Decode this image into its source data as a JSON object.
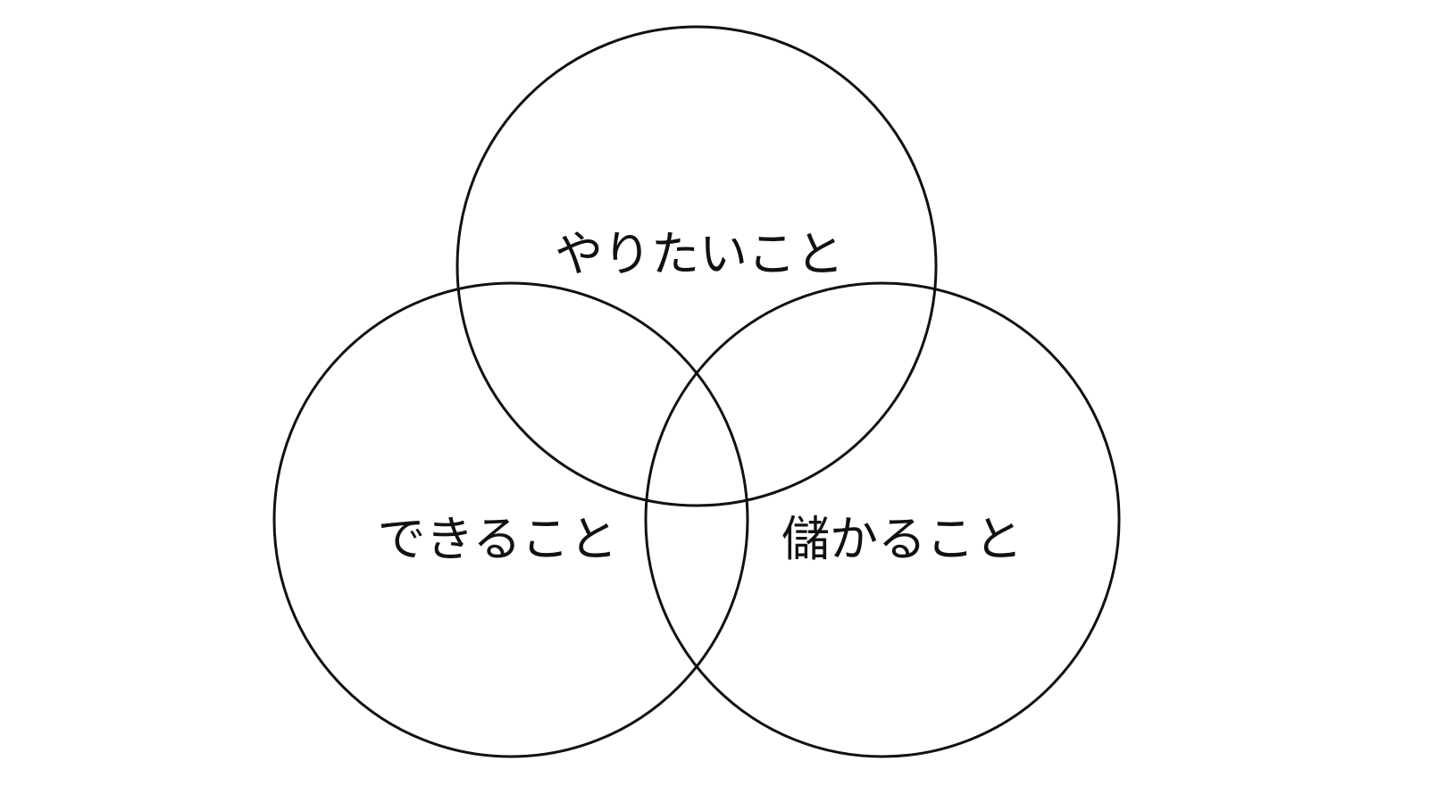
{
  "diagram": {
    "type": "venn",
    "sets": [
      {
        "id": "top",
        "label": "やりたいこと"
      },
      {
        "id": "left",
        "label": "できること"
      },
      {
        "id": "right",
        "label": "儲かること"
      }
    ]
  },
  "colors": {
    "stroke": "#111111",
    "background": "#ffffff"
  }
}
